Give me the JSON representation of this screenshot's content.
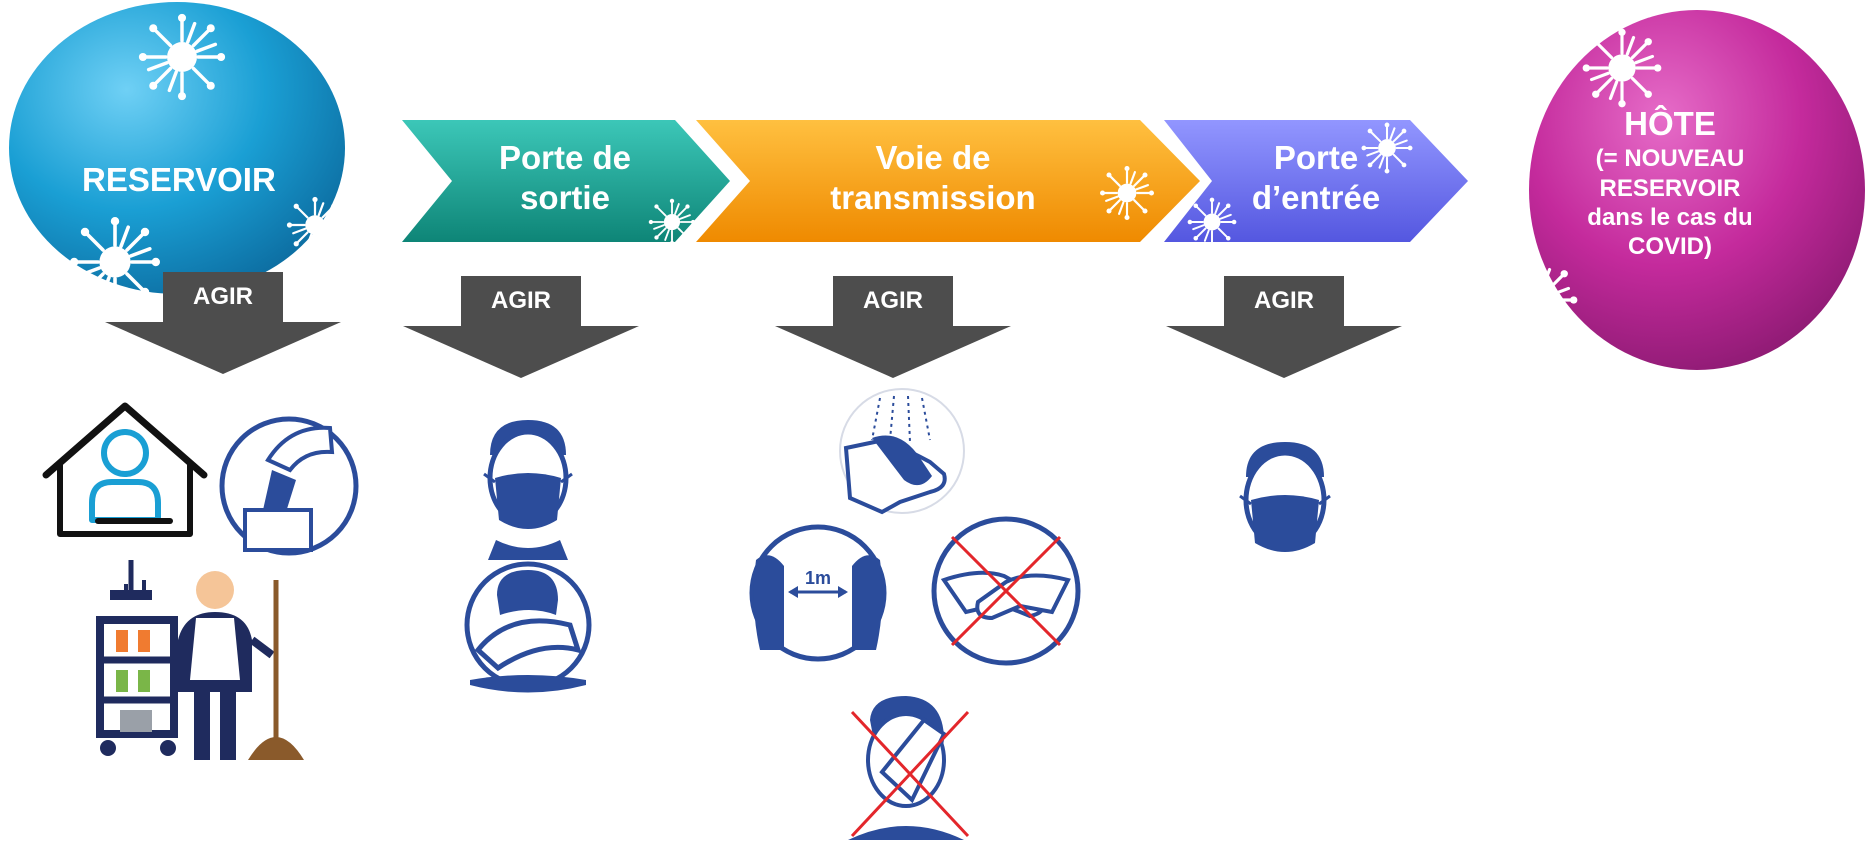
{
  "diagram": {
    "reservoir": {
      "label": "RESERVOIR",
      "color": "#1a9fd4"
    },
    "exit_gate": {
      "line1": "Porte de",
      "line2": "sortie",
      "color": "#17a394"
    },
    "transmission": {
      "line1": "Voie de",
      "line2": "transmission",
      "color": "#f7a00c"
    },
    "entry_gate": {
      "line1": "Porte",
      "line2": "d’entrée",
      "color": "#6b6ef0"
    },
    "host": {
      "title": "HÔTE",
      "line1": "(= NOUVEAU",
      "line2": "RESERVOIR",
      "line3": "dans le cas du",
      "line4": "COVID)",
      "color": "#c42a9c"
    },
    "action_label": "AGIR",
    "distance_label": "1m",
    "action_arrow_color": "#4d4d4d",
    "icon_color": "#2b4c9b"
  }
}
